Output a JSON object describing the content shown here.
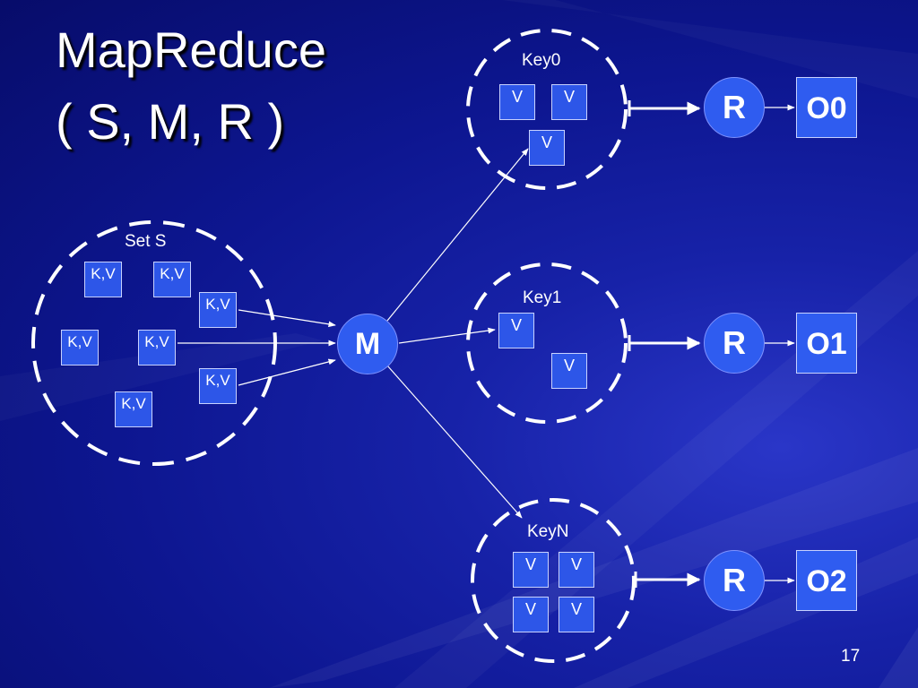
{
  "title": {
    "line1": "MapReduce",
    "line2": "( S, M, R )"
  },
  "set_s": {
    "label": "Set S",
    "items": [
      "K,V",
      "K,V",
      "K,V",
      "K,V",
      "K,V",
      "K,V",
      "K,V"
    ]
  },
  "map_node": {
    "label": "M"
  },
  "groups": [
    {
      "key": "Key0",
      "values": [
        "V",
        "V",
        "V"
      ],
      "reducer": "R",
      "output": "O0"
    },
    {
      "key": "Key1",
      "values": [
        "V",
        "V"
      ],
      "reducer": "R",
      "output": "O1"
    },
    {
      "key": "KeyN",
      "values": [
        "V",
        "V",
        "V",
        "V"
      ],
      "reducer": "R",
      "output": "O2"
    }
  ],
  "slide_number": "17",
  "colors": {
    "background": "#0d1690",
    "box_fill": "#2d56e8",
    "circle_fill": "#2f5cf0",
    "line": "#ffffff",
    "text": "#ffffff"
  }
}
